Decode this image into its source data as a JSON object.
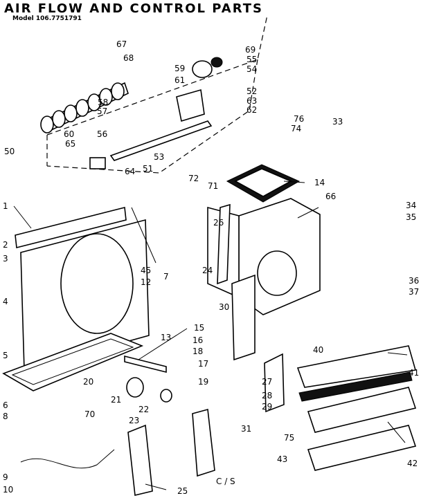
{
  "title": "AIR FLOW AND CONTROL PARTS",
  "model": "Model 106.7751791",
  "footer": "C / S",
  "part_labels": [
    "1",
    "2",
    "3",
    "4",
    "5",
    "6",
    "7",
    "8",
    "9",
    "10",
    "12",
    "13",
    "14",
    "15",
    "16",
    "17",
    "18",
    "19",
    "20",
    "21",
    "22",
    "23",
    "24",
    "25",
    "26",
    "27",
    "28",
    "29",
    "30",
    "31",
    "33",
    "34",
    "35",
    "36",
    "37",
    "40",
    "41",
    "42",
    "43",
    "45",
    "50",
    "51",
    "52",
    "53",
    "54",
    "55",
    "56",
    "57",
    "58",
    "59",
    "60",
    "61",
    "62",
    "63",
    "64",
    "65",
    "66",
    "67",
    "68",
    "69",
    "70",
    "71",
    "72",
    "74",
    "75",
    "76"
  ]
}
